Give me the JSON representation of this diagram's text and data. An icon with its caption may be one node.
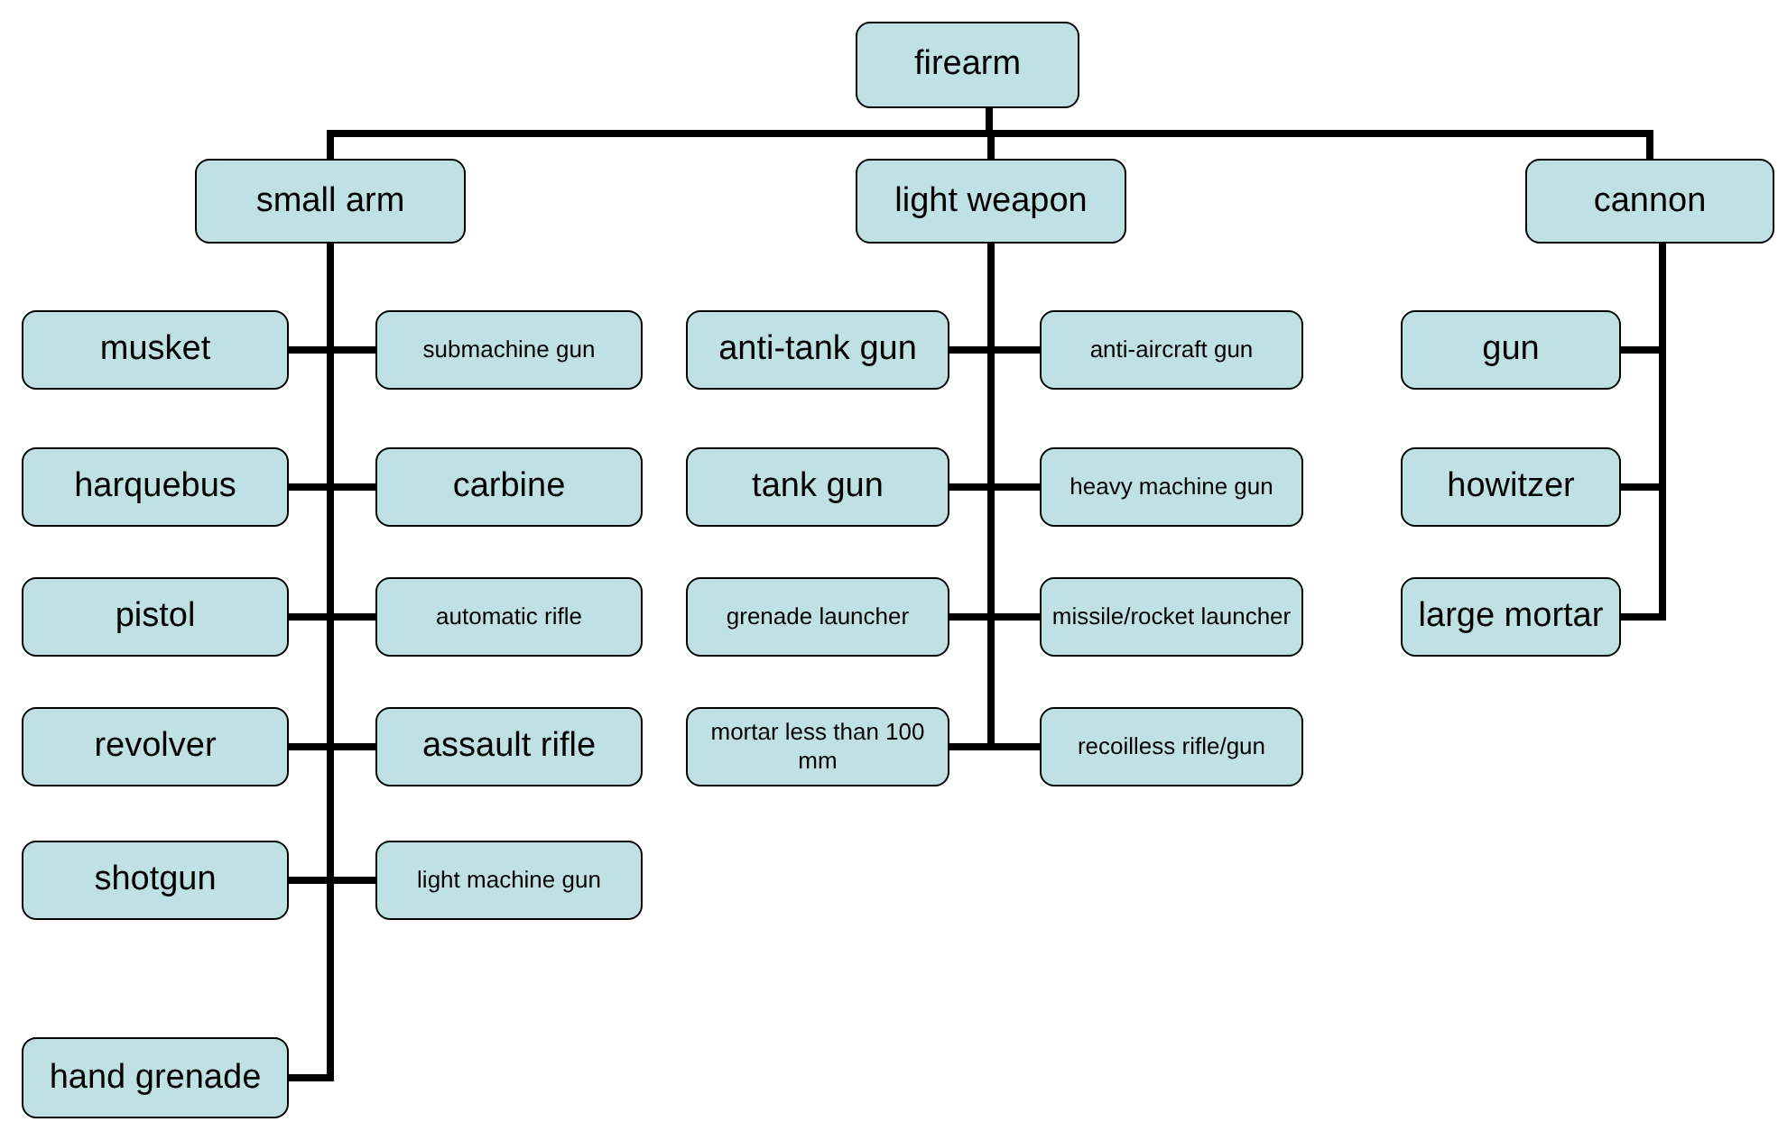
{
  "diagram": {
    "nodes": [
      {
        "text": [
          "firearm"
        ]
      },
      {
        "text": [
          "small arm"
        ]
      },
      {
        "text": [
          "light weapon"
        ]
      },
      {
        "text": [
          "cannon"
        ]
      },
      {
        "text": [
          "musket"
        ]
      },
      {
        "text": [
          "submachine gun"
        ]
      },
      {
        "text": [
          "harquebus"
        ]
      },
      {
        "text": [
          "carbine"
        ]
      },
      {
        "text": [
          "pistol"
        ]
      },
      {
        "text": [
          "automatic rifle"
        ]
      },
      {
        "text": [
          "revolver"
        ]
      },
      {
        "text": [
          "assault rifle"
        ]
      },
      {
        "text": [
          "shotgun"
        ]
      },
      {
        "text": [
          "light machine gun"
        ]
      },
      {
        "text": [
          "hand grenade"
        ]
      },
      {
        "text": [
          "anti-tank gun"
        ]
      },
      {
        "text": [
          "anti-aircraft gun"
        ]
      },
      {
        "text": [
          "tank gun"
        ]
      },
      {
        "text": [
          "heavy machine gun"
        ]
      },
      {
        "text": [
          "grenade launcher"
        ]
      },
      {
        "text": [
          "missile/rocket launcher"
        ]
      },
      {
        "text": [
          "mortar less than 100 mm"
        ]
      },
      {
        "text": [
          "recoilless rifle/gun"
        ]
      },
      {
        "text": [
          "gun"
        ]
      },
      {
        "text": [
          "howitzer"
        ]
      },
      {
        "text": [
          "large mortar"
        ]
      }
    ],
    "edges": [
      {
        "from": 0,
        "to": 1,
        "arrow": "none"
      },
      {
        "from": 0,
        "to": 2,
        "arrow": "none"
      },
      {
        "from": 0,
        "to": 3,
        "arrow": "none"
      },
      {
        "from": 1,
        "to": 4,
        "arrow": "none"
      },
      {
        "from": 1,
        "to": 5,
        "arrow": "none"
      },
      {
        "from": 1,
        "to": 6,
        "arrow": "none"
      },
      {
        "from": 1,
        "to": 7,
        "arrow": "none"
      },
      {
        "from": 1,
        "to": 8,
        "arrow": "none"
      },
      {
        "from": 1,
        "to": 9,
        "arrow": "none"
      },
      {
        "from": 1,
        "to": 10,
        "arrow": "none"
      },
      {
        "from": 1,
        "to": 11,
        "arrow": "none"
      },
      {
        "from": 1,
        "to": 12,
        "arrow": "none"
      },
      {
        "from": 1,
        "to": 13,
        "arrow": "none"
      },
      {
        "from": 1,
        "to": 14,
        "arrow": "none"
      },
      {
        "from": 2,
        "to": 15,
        "arrow": "none"
      },
      {
        "from": 2,
        "to": 16,
        "arrow": "none"
      },
      {
        "from": 2,
        "to": 17,
        "arrow": "none"
      },
      {
        "from": 2,
        "to": 18,
        "arrow": "none"
      },
      {
        "from": 2,
        "to": 19,
        "arrow": "none"
      },
      {
        "from": 2,
        "to": 20,
        "arrow": "none"
      },
      {
        "from": 2,
        "to": 21,
        "arrow": "none"
      },
      {
        "from": 2,
        "to": 22,
        "arrow": "none"
      },
      {
        "from": 3,
        "to": 23,
        "arrow": "none"
      },
      {
        "from": 3,
        "to": 24,
        "arrow": "none"
      },
      {
        "from": 3,
        "to": 25,
        "arrow": "none"
      }
    ]
  }
}
